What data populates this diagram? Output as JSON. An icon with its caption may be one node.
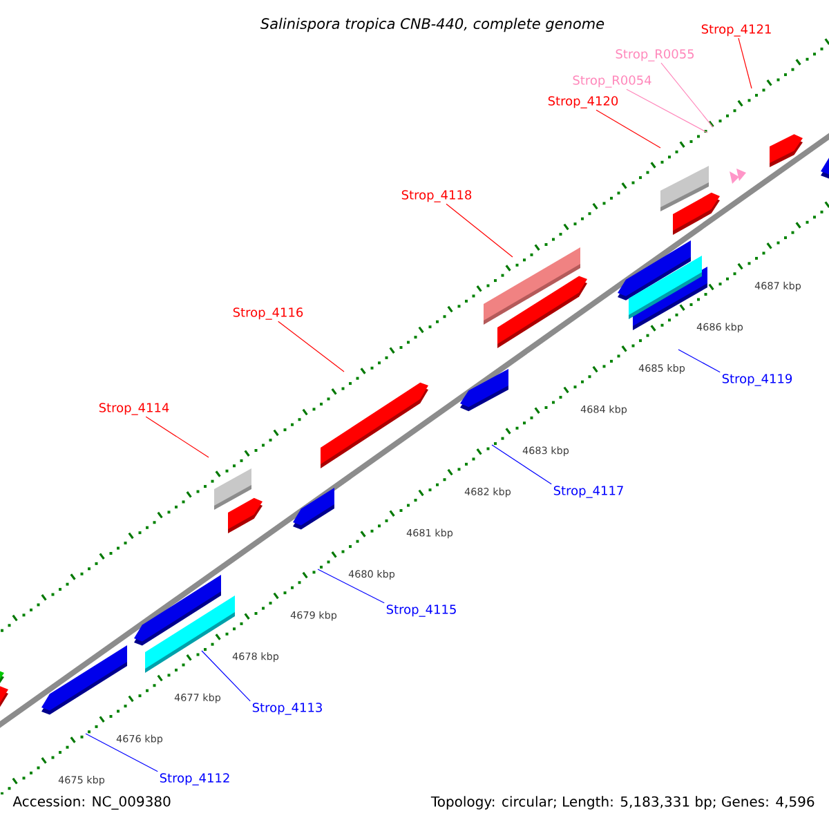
{
  "diagram": {
    "title": "Salinispora tropica CNB-440, complete genome",
    "nodes": [
      {
        "text": [
          "Strop_4121"
        ]
      },
      {
        "text": [
          "Strop_R0055"
        ]
      },
      {
        "text": [
          "Strop_R0054"
        ]
      },
      {
        "text": [
          "Strop_4120"
        ]
      },
      {
        "text": [
          "Strop_4118"
        ]
      },
      {
        "text": [
          "Strop_4116"
        ]
      },
      {
        "text": [
          "Strop_4114"
        ]
      },
      {
        "text": [
          "Strop_4119"
        ]
      },
      {
        "text": [
          "Strop_4117"
        ]
      },
      {
        "text": [
          "Strop_4115"
        ]
      },
      {
        "text": [
          "Strop_4113"
        ]
      },
      {
        "text": [
          "Strop_4112"
        ]
      }
    ],
    "edges": [
      {
        "from": 0,
        "to": null,
        "arrow": "none",
        "color": "#ff0000"
      },
      {
        "from": 1,
        "to": null,
        "arrow": "none",
        "color": "#ff88bb"
      },
      {
        "from": 2,
        "to": null,
        "arrow": "none",
        "color": "#ff88bb"
      },
      {
        "from": 3,
        "to": null,
        "arrow": "none",
        "color": "#ff0000"
      },
      {
        "from": 4,
        "to": null,
        "arrow": "none",
        "color": "#ff0000"
      },
      {
        "from": 5,
        "to": null,
        "arrow": "none",
        "color": "#ff0000"
      },
      {
        "from": 6,
        "to": null,
        "arrow": "none",
        "color": "#ff0000"
      },
      {
        "from": 7,
        "to": null,
        "arrow": "none",
        "color": "#0000ff"
      },
      {
        "from": 8,
        "to": null,
        "arrow": "none",
        "color": "#0000ff"
      },
      {
        "from": 9,
        "to": null,
        "arrow": "none",
        "color": "#0000ff"
      },
      {
        "from": 10,
        "to": null,
        "arrow": "none",
        "color": "#0000ff"
      },
      {
        "from": 11,
        "to": null,
        "arrow": "none",
        "color": "#0000ff"
      }
    ],
    "labels": [
      "4675 kbp",
      "4676 kbp",
      "4677 kbp",
      "4678 kbp",
      "4679 kbp",
      "4680 kbp",
      "4681 kbp",
      "4682 kbp",
      "4683 kbp",
      "4684 kbp",
      "4685 kbp",
      "4686 kbp",
      "4687 kbp",
      "Accession: NC_009380",
      "Topology: circular; Length: 5,183,331 bp; Genes: 4,596"
    ]
  }
}
